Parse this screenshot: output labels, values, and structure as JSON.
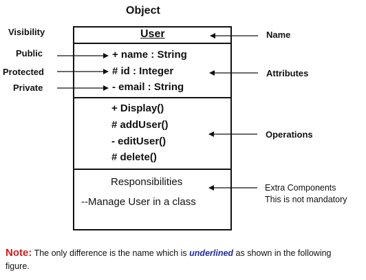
{
  "title": "Object",
  "labels": {
    "visibility": "Visibility",
    "public": "Public",
    "protected": "Protected",
    "private": "Private",
    "name": "Name",
    "attributes": "Attributes",
    "operations": "Operations",
    "extra_line1": "Extra Components",
    "extra_line2": "This is not mandatory"
  },
  "class_box": {
    "name": "User",
    "attributes": [
      "+ name : String",
      "# id : Integer",
      "- email : String"
    ],
    "operations": [
      "+ Display()",
      "# addUser()",
      "- editUser()",
      "# delete()"
    ],
    "responsibilities_title": "Responsibilities",
    "responsibilities_item": "--Manage User in a class"
  },
  "note": {
    "key": "Note:",
    "before": " The only difference is the name which is ",
    "emphasis": "underlined",
    "after": " as shown in the following figure."
  },
  "colors": {
    "line": "#111111",
    "note_key": "#d11a1a",
    "note_emphasis": "#1f2aa8"
  }
}
